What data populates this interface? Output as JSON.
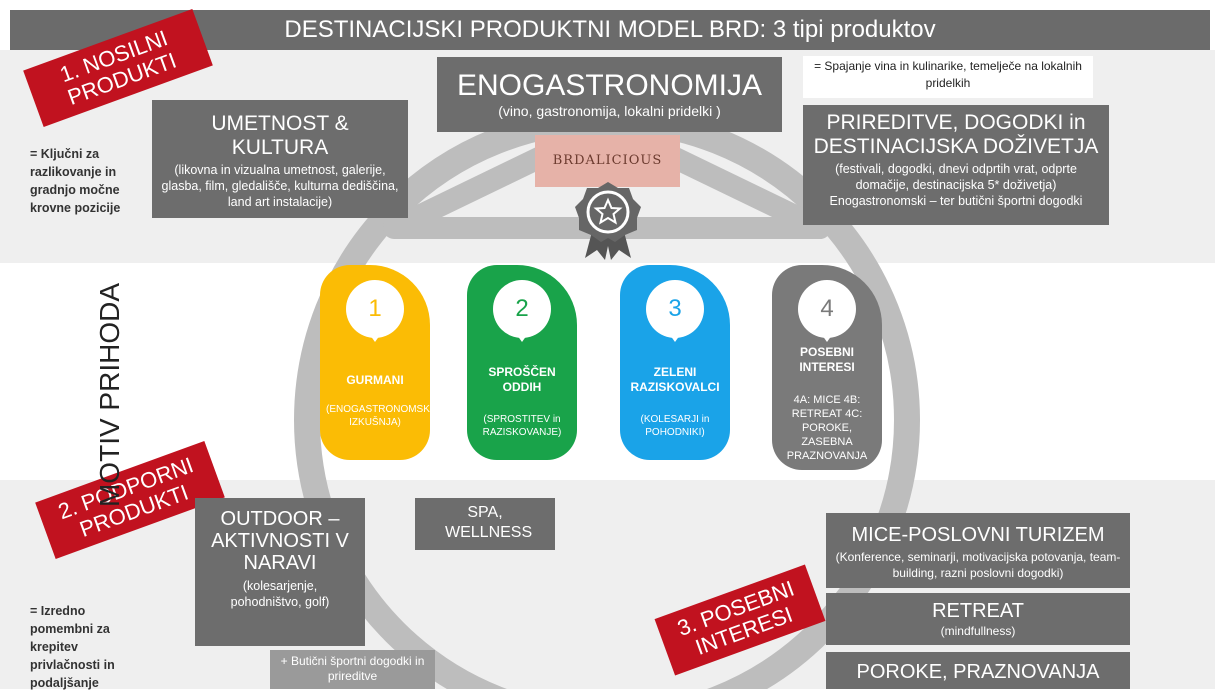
{
  "title": "DESTINACIJSKI PRODUKTNI MODEL BRD: 3 tipi produktov",
  "labels": {
    "nosilni": "1. NOSILNI PRODUKTI",
    "podporni": "2. PODPORNI PRODUKTI",
    "posebni": "3. POSEBNI INTERESI",
    "motiv": "MOTIV PRIHODA"
  },
  "notes": {
    "nosilni": "= Ključni za razlikovanje in gradnjo močne krovne pozicije",
    "podporni": "= Izredno pomembni za krepitev privlačnosti in podaljšanje",
    "enogastro": "= Spajanje vina in kulinarike, temelječe na lokalnih pridelkih"
  },
  "boxes": {
    "enogastro": {
      "title": "ENOGASTRONOMIJA",
      "sub": "(vino, gastronomija, lokalni pridelki )"
    },
    "umetnost": {
      "title": "UMETNOST & KULTURA",
      "sub": "(likovna in vizualna umetnost, galerije, glasba, film, gledališče, kulturna dediščina, land art instalacije)"
    },
    "prireditve": {
      "title": "PRIREDITVE, DOGODKI in DESTINACIJSKA DOŽIVETJA",
      "sub": "(festivali, dogodki, dnevi odprtih vrat, odprte domačije, destinacijska 5* doživetja) Enogastronomski – ter butični športni dogodki"
    },
    "outdoor": {
      "title": "OUTDOOR – AKTIVNOSTI V NARAVI",
      "sub": "(kolesarjenje, pohodništvo, golf)"
    },
    "spa": {
      "title": "SPA, WELLNESS"
    },
    "butic": {
      "title": "+ Butični športni dogodki in prireditve"
    },
    "mice": {
      "title": "MICE-POSLOVNI TURIZEM",
      "sub": "(Konference, seminarji, motivacijska potovanja, team-building, razni poslovni dogodki)"
    },
    "retreat": {
      "title": "RETREAT",
      "sub": "(mindfullness)"
    },
    "poroke": {
      "title": "POROKE, PRAZNOVANJA"
    }
  },
  "logo": {
    "text": "BRDALICIOUS"
  },
  "segments": [
    {
      "num": "1",
      "title": "GURMANI",
      "desc": "(ENOGASTRONOMSKA IZKUŠNJA)",
      "color": "#fbbc05"
    },
    {
      "num": "2",
      "title": "SPROŠČEN ODDIH",
      "desc": "(SPROSTITEV in RAZISKOVANJE)",
      "color": "#19a34a"
    },
    {
      "num": "3",
      "title": "ZELENI RAZISKOVALCI",
      "desc": "(KOLESARJI in POHODNIKI)",
      "color": "#1aa3e8"
    },
    {
      "num": "4",
      "title": "POSEBNI INTERESI",
      "desc": "4A: MICE 4B: RETREAT 4C: POROKE, ZASEBNA PRAZNOVANJA",
      "color": "#7a7a7a"
    }
  ],
  "colors": {
    "red": "#c1121f",
    "box": "#6d6d6d",
    "ring": "#bdbdbd"
  }
}
